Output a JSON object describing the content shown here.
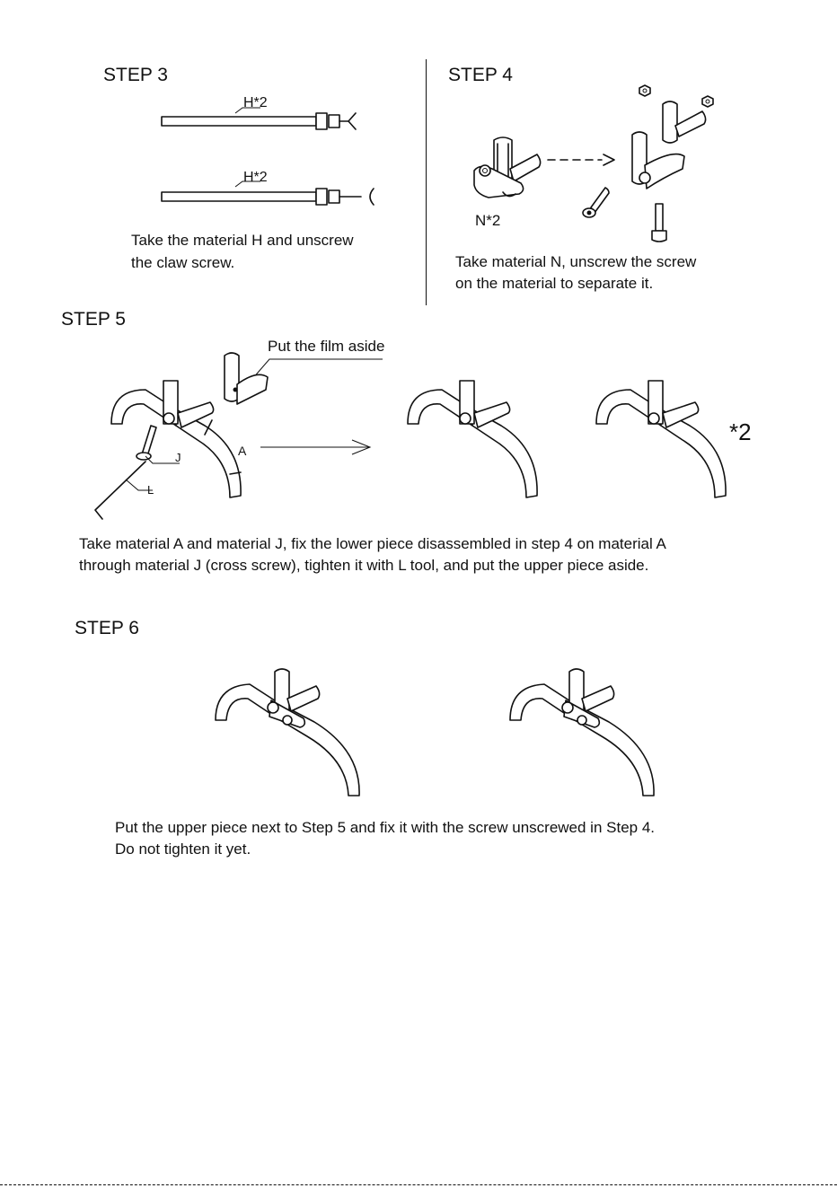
{
  "step3": {
    "title": "STEP 3",
    "label_top": "H*2",
    "label_bottom": "H*2",
    "caption_1": "Take the material H and unscrew",
    "caption_2": "the claw screw."
  },
  "step4": {
    "title": "STEP 4",
    "label": "N*2",
    "caption_1": "Take material N, unscrew the screw",
    "caption_2": "on the material to separate it."
  },
  "step5": {
    "title": "STEP 5",
    "callout": "Put the film aside",
    "label_a": "A",
    "label_j": "J",
    "label_l": "L",
    "multiplier": "*2",
    "caption_1": "Take material A and material J, fix the lower piece disassembled in step 4 on material A",
    "caption_2": "through material J (cross screw), tighten it with L tool, and put the upper piece aside."
  },
  "step6": {
    "title": "STEP 6",
    "caption_1": "Put the upper piece next to Step 5 and fix it with the screw unscrewed in Step 4.",
    "caption_2": "Do not tighten it yet."
  }
}
